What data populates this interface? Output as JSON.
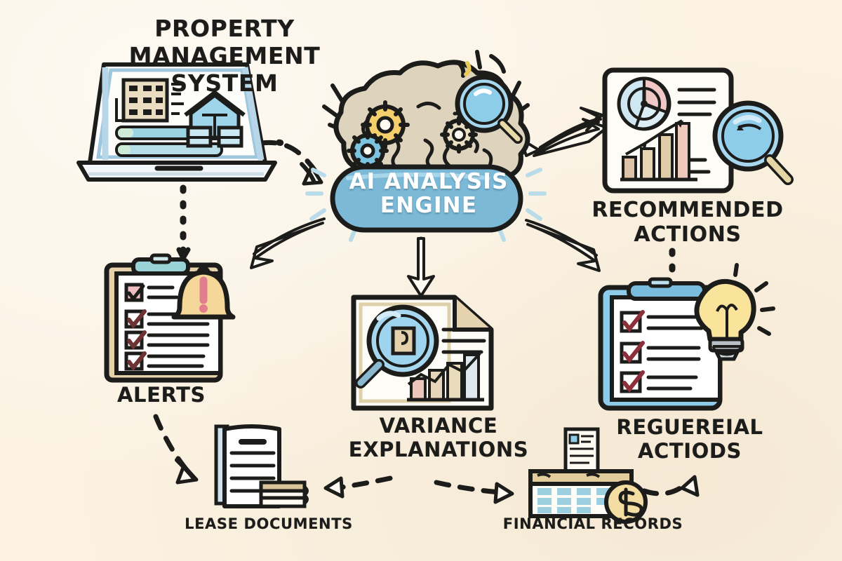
{
  "diagram": {
    "title_alt": "AI analysis engine workflow diagram",
    "background_color": "#fbf2e2",
    "ink_color": "#1c1c1a"
  },
  "center": {
    "node_label": "AI ANALYSIS\nENGINE",
    "pill_color": "#7cb9d6",
    "brain_color": "#ded4bd",
    "gear_yellow": "#f4cf6b",
    "gear_blue": "#7cc3e0"
  },
  "nodes": [
    {
      "id": "property-management-system",
      "label": "PROPERTY\nMANAGEMENT\nSYSTEM",
      "icon": "laptop-icon",
      "accent": "#a9d4e8"
    },
    {
      "id": "recommended-actions",
      "label": "RECOMMENDED\nACTIONS",
      "icon": "report-chart-icon",
      "accent": "#8fcbe8"
    },
    {
      "id": "alerts",
      "label": "ALERTS",
      "icon": "clipboard-bell-icon",
      "accent": "#f2cf8c"
    },
    {
      "id": "variance-explanations",
      "label": "VARIANCE\nEXPLANATIONS",
      "icon": "document-magnifier-icon",
      "accent": "#e4d7b4"
    },
    {
      "id": "recurring-actions",
      "label": "REGUEREIAL\nACTIODS",
      "icon": "clipboard-lightbulb-icon",
      "accent": "#8fcbe8"
    },
    {
      "id": "lease-documents",
      "label": "LEASE DOCUMENTS",
      "icon": "documents-stack-icon",
      "accent": "#cfe3ef"
    },
    {
      "id": "financial-records",
      "label": "FINANCIAL RECORDS",
      "icon": "ledger-coin-icon",
      "accent": "#9ecada"
    }
  ],
  "connections": [
    {
      "from": "property-management-system",
      "to": "ai-analysis-engine",
      "style": "dashed-arrow"
    },
    {
      "from": "property-management-system",
      "to": "alerts",
      "style": "dotted-line"
    },
    {
      "from": "ai-analysis-engine",
      "to": "recommended-actions",
      "style": "double-arrow"
    },
    {
      "from": "ai-analysis-engine",
      "to": "alerts",
      "style": "arrow"
    },
    {
      "from": "ai-analysis-engine",
      "to": "variance-explanations",
      "style": "arrow"
    },
    {
      "from": "ai-analysis-engine",
      "to": "recurring-actions",
      "style": "arrow"
    },
    {
      "from": "recommended-actions",
      "to": "recurring-actions",
      "style": "dotted-line"
    },
    {
      "from": "alerts",
      "to": "lease-documents",
      "style": "dashed-arrow"
    },
    {
      "from": "lease-documents",
      "to": "variance-explanations",
      "style": "dashed-arrow"
    },
    {
      "from": "variance-explanations",
      "to": "financial-records",
      "style": "dashed-arrow"
    },
    {
      "from": "financial-records",
      "to": "recurring-actions",
      "style": "dashed-arrow"
    }
  ]
}
